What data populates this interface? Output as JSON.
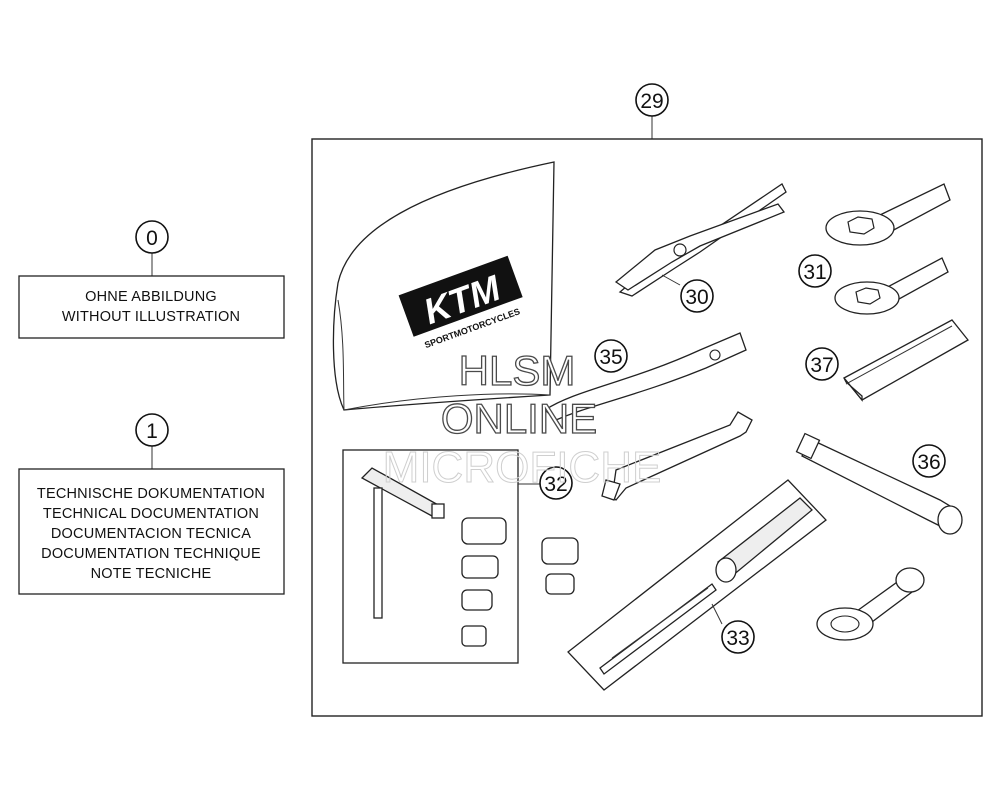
{
  "callouts": {
    "c0": "0",
    "c1": "1",
    "c29": "29",
    "c30": "30",
    "c31": "31",
    "c32": "32",
    "c33": "33",
    "c35": "35",
    "c36": "36",
    "c37": "37"
  },
  "box0": {
    "line1": "OHNE ABBILDUNG",
    "line2": "WITHOUT ILLUSTRATION"
  },
  "box1": {
    "line1": "TECHNISCHE DOKUMENTATION",
    "line2": "TECHNICAL DOCUMENTATION",
    "line3": "DOCUMENTACION TECNICA",
    "line4": "DOCUMENTATION TECHNIQUE",
    "line5": "NOTE TECNICHE"
  },
  "logo": {
    "brand": "KTM",
    "tagline": "SPORTMOTORCYCLES"
  },
  "watermark": {
    "line1": "HLSM",
    "line2": "ONLINE",
    "line3": "MICROFICHE"
  }
}
